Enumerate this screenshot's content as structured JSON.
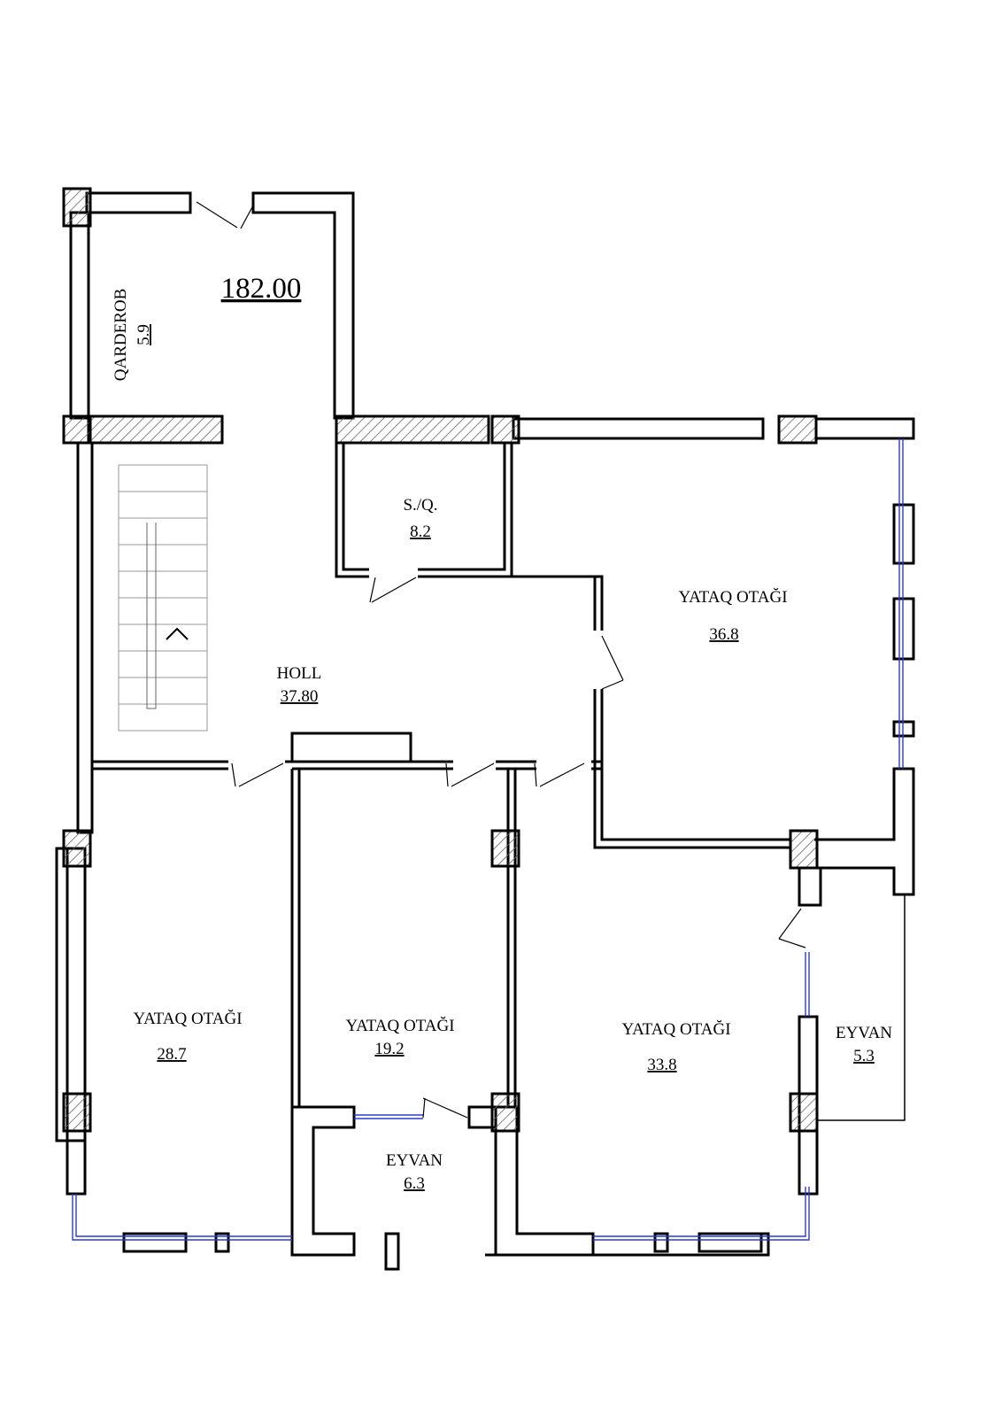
{
  "total_area": {
    "value": "182.00",
    "color": "#1a1adb"
  },
  "rooms": {
    "wardrobe": {
      "name": "QARDEROB",
      "area": "5.9"
    },
    "bathroom": {
      "name": "S./Q.",
      "area": "8.2"
    },
    "bedroom_ne": {
      "name": "YATAQ OTAĞI",
      "area": "36.8"
    },
    "hall": {
      "name": "HOLL",
      "area": "37.80"
    },
    "bedroom_sw": {
      "name": "YATAQ OTAĞI",
      "area": "28.7"
    },
    "bedroom_s": {
      "name": "YATAQ OTAĞI",
      "area": "19.2"
    },
    "bedroom_se": {
      "name": "YATAQ OTAĞI",
      "area": "33.8"
    },
    "balcony_e": {
      "name": "EYVAN",
      "area": "5.3"
    },
    "balcony_s": {
      "name": "EYVAN",
      "area": "6.3"
    }
  },
  "colors": {
    "wall": "#000000",
    "glazing": "#2b3bd0",
    "hatch": "#666666"
  }
}
